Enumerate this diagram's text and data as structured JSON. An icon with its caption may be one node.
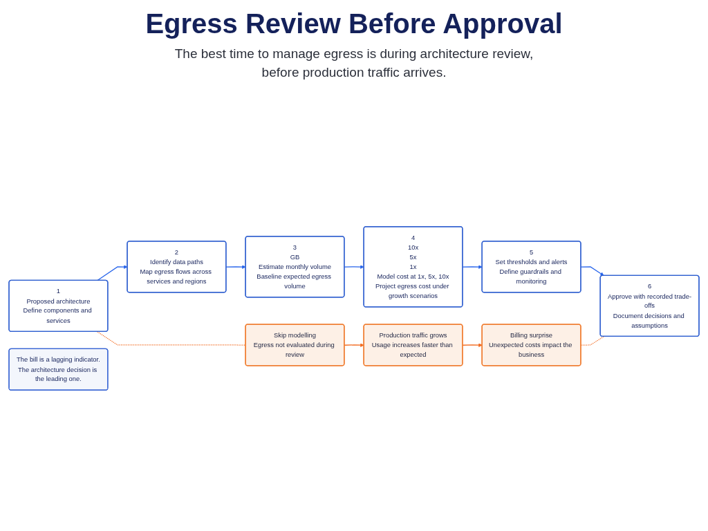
{
  "diagram": {
    "title": "Egress Review Before Approval",
    "nodes": [
      {
        "text": [
          "1",
          "Proposed architecture",
          "Define components and services"
        ]
      },
      {
        "text": [
          "2",
          "Identify data paths",
          "Map egress flows across services and regions"
        ]
      },
      {
        "text": [
          "3",
          "GB",
          "Estimate monthly volume",
          "Baseline expected egress volume"
        ]
      },
      {
        "text": [
          "4",
          "10x",
          "5x",
          "1x",
          "Model cost at 1x, 5x, 10x",
          "Project egress cost under growth scenarios"
        ]
      },
      {
        "text": [
          "5",
          "Set thresholds and alerts",
          "Define guardrails and monitoring"
        ]
      },
      {
        "text": [
          "6",
          "Approve with recorded trade-offs",
          "Document decisions and assumptions"
        ]
      },
      {
        "text": [
          "Skip modelling",
          "Egress not evaluated during review"
        ]
      },
      {
        "text": [
          "Production traffic grows",
          "Usage increases faster than expected"
        ]
      },
      {
        "text": [
          "Billing surprise",
          "Unexpected costs impact the business"
        ]
      },
      {
        "text": [
          "The bill is a lagging indicator.",
          "The architecture decision is the leading one."
        ]
      }
    ],
    "edges": [
      {
        "from": 0,
        "to": 1,
        "arrow": "to"
      },
      {
        "from": 1,
        "to": 2,
        "arrow": "to"
      },
      {
        "from": 2,
        "to": 3,
        "arrow": "to"
      },
      {
        "from": 3,
        "to": 4,
        "arrow": "to"
      },
      {
        "from": 4,
        "to": 5,
        "arrow": "to"
      },
      {
        "from": 0,
        "to": 6,
        "arrow": "none",
        "style": "dashed",
        "color": "#f26b21"
      },
      {
        "from": 6,
        "to": 7,
        "arrow": "to",
        "color": "#f26b21"
      },
      {
        "from": 7,
        "to": 8,
        "arrow": "to",
        "color": "#f26b21"
      },
      {
        "from": 8,
        "to": 5,
        "arrow": "none",
        "style": "dashed",
        "color": "#f26b21"
      }
    ],
    "labels": [
      "The best time to manage egress is during architecture review, before production traffic arrives."
    ]
  }
}
